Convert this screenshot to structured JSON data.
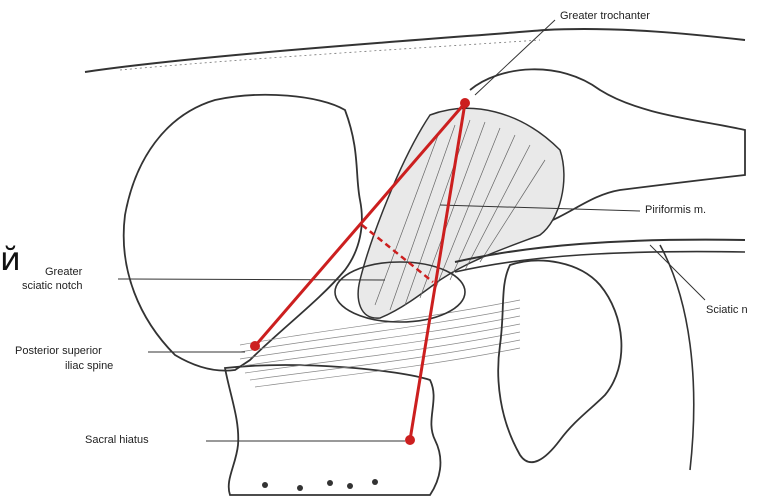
{
  "labels": {
    "greater_trochanter": "Greater trochanter",
    "piriformis": "Piriformis m.",
    "greater_sciatic_notch_line1": "Greater",
    "greater_sciatic_notch_line2": "sciatic notch",
    "posterior_superior_line1": "Posterior superior",
    "posterior_superior_line2": "iliac spine",
    "sacral_hiatus": "Sacral hiatus",
    "sciatic_nerve_partial": "Sciatic n",
    "cyrillic_fragment": "й"
  },
  "colors": {
    "landmark_line": "#cc1f1f",
    "ink": "#333333",
    "paper": "#ffffff"
  }
}
